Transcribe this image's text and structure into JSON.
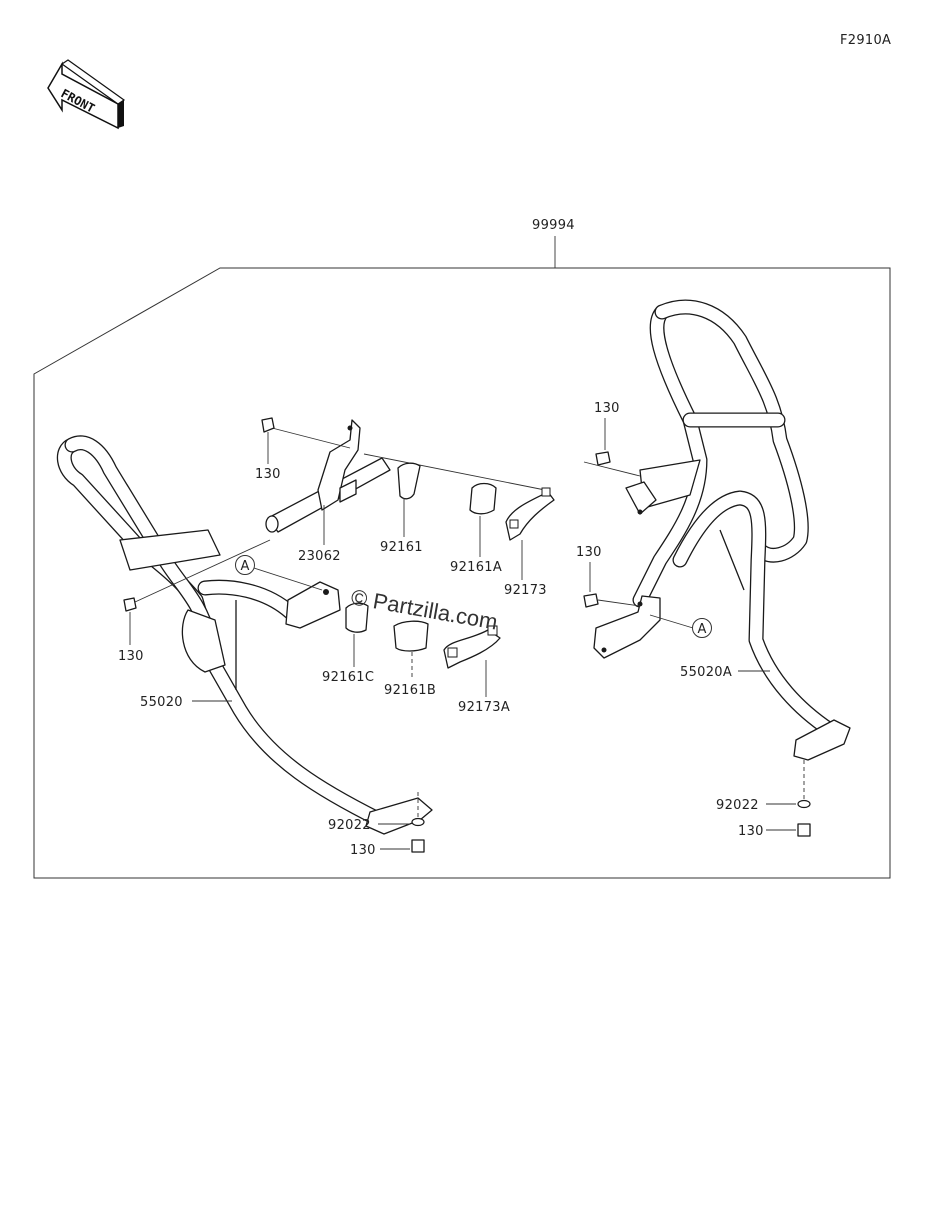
{
  "diagram_code": "F2910A",
  "front_label": "FRONT",
  "assembly_label": "99994",
  "reference_marker": "A",
  "watermark": "© Partzilla.com",
  "callouts": {
    "bolt_130_upper_left": "130",
    "bolt_130_left": "130",
    "bolt_130_right_upper": "130",
    "bolt_130_right_mid": "130",
    "bolt_130_bottom_left": "130",
    "bolt_130_bottom_right": "130",
    "bar_23062": "23062",
    "pad_92161": "92161",
    "pad_92161A": "92161A",
    "pad_92161B": "92161B",
    "pad_92161C": "92161C",
    "clamp_92173": "92173",
    "clamp_92173A": "92173A",
    "guard_55020": "55020",
    "guard_55020A": "55020A",
    "washer_92022_left": "92022",
    "washer_92022_right": "92022"
  }
}
